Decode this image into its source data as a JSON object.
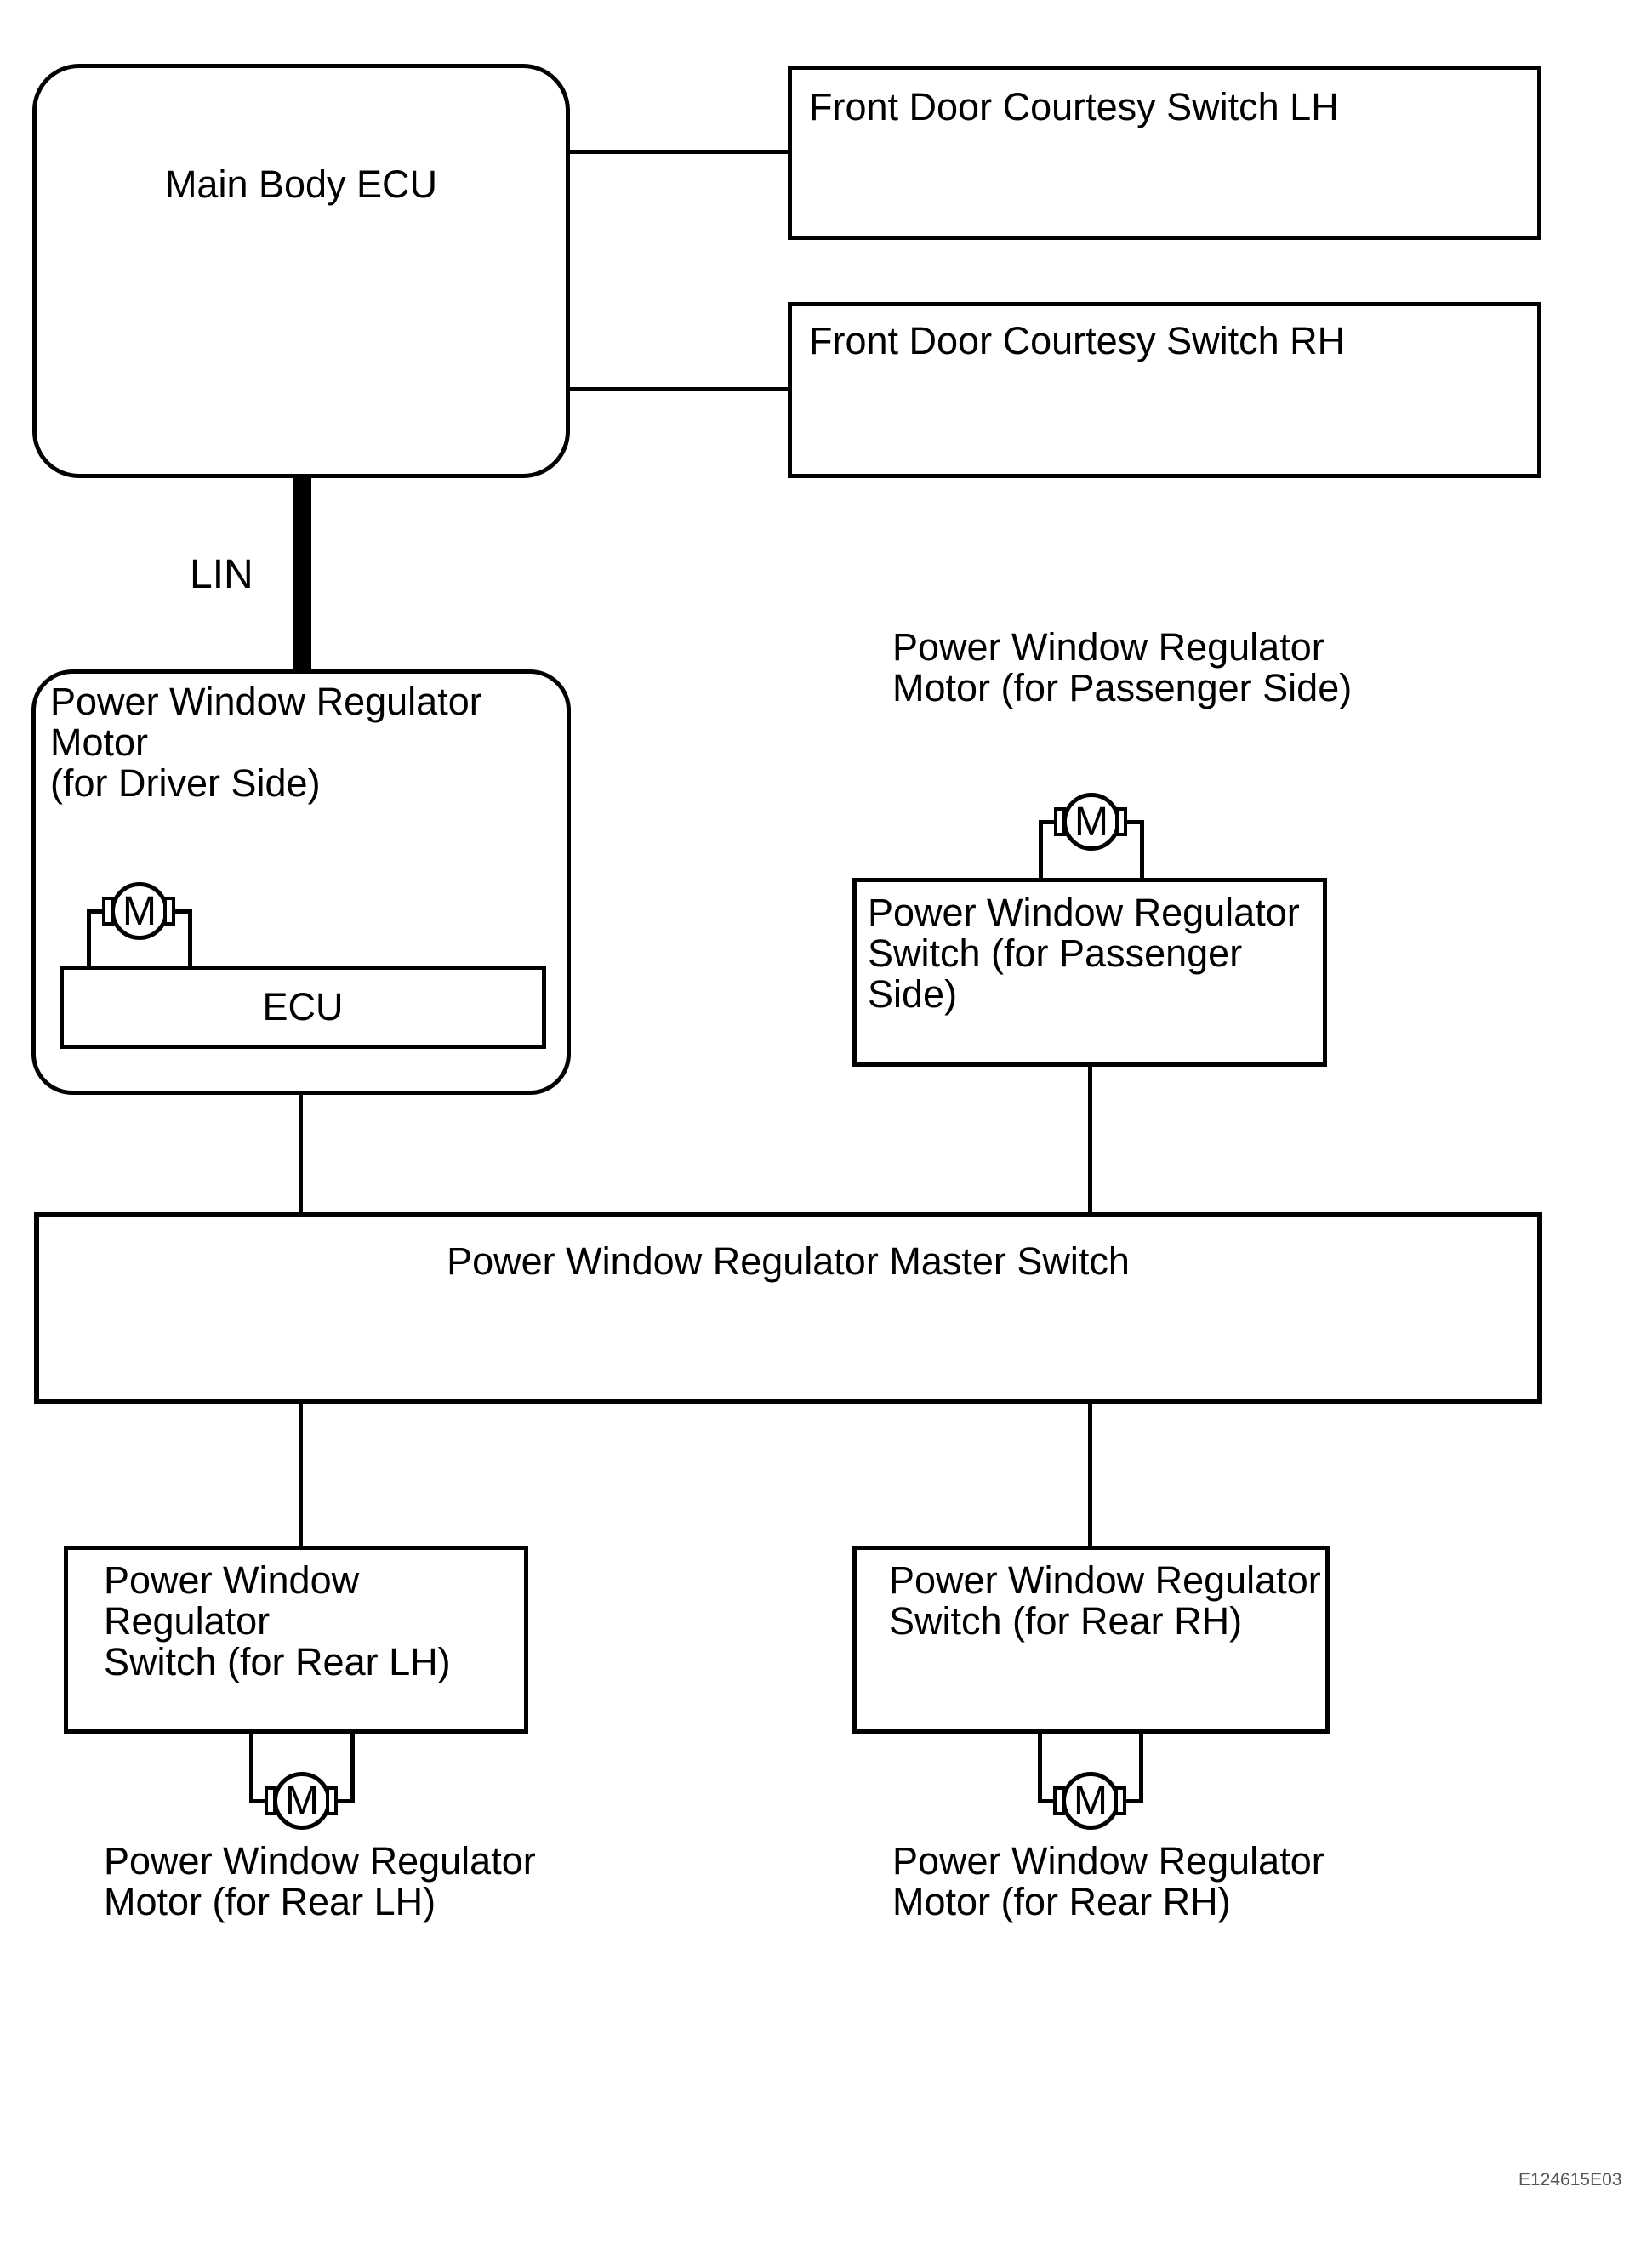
{
  "id_code": "E124615E03",
  "bus": {
    "label": "LIN"
  },
  "motor": {
    "letter": "M"
  },
  "nodes": {
    "main_ecu": {
      "label": "Main Body ECU"
    },
    "courtesy_lh": {
      "label": "Front Door Courtesy Switch LH"
    },
    "courtesy_rh": {
      "label": "Front Door Courtesy Switch RH"
    },
    "driver_motor_unit": {
      "line1": "Power Window Regulator Motor",
      "line2": "(for Driver Side)",
      "ecu_label": "ECU"
    },
    "passenger_motor": {
      "line1": "Power Window Regulator",
      "line2": "Motor (for Passenger Side)"
    },
    "passenger_switch": {
      "line1": "Power Window Regulator",
      "line2": "Switch (for Passenger Side)"
    },
    "master_switch": {
      "label": "Power Window Regulator Master Switch"
    },
    "rear_lh_switch": {
      "line1": "Power Window Regulator",
      "line2": "Switch (for Rear LH)"
    },
    "rear_rh_switch": {
      "line1": "Power Window Regulator",
      "line2": "Switch (for Rear RH)"
    },
    "rear_lh_motor": {
      "line1": "Power Window Regulator",
      "line2": "Motor (for Rear LH)"
    },
    "rear_rh_motor": {
      "line1": "Power Window Regulator",
      "line2": "Motor (for Rear RH)"
    }
  },
  "colors": {
    "line": "#000000",
    "background": "#ffffff",
    "id_code": "#555555"
  }
}
